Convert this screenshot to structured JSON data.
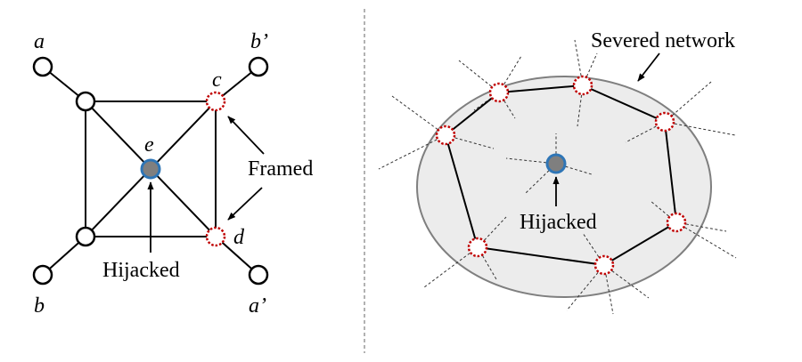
{
  "left_diagram": {
    "node_labels": {
      "a": "a",
      "b_prime": "b’",
      "c": "c",
      "e": "e",
      "d": "d",
      "b": "b",
      "a_prime": "a’"
    },
    "annotations": {
      "framed": "Framed",
      "hijacked": "Hijacked"
    }
  },
  "right_diagram": {
    "annotations": {
      "severed_network": "Severed network",
      "hijacked": "Hijacked"
    }
  },
  "colors": {
    "normal_node": "#000000",
    "framed_node": "#c00000",
    "hijacked_fill": "#7f7f7f",
    "hijacked_stroke": "#2e75b6",
    "region_fill": "#ececec",
    "region_stroke": "#7f7f7f",
    "divider": "#7f7f7f"
  }
}
